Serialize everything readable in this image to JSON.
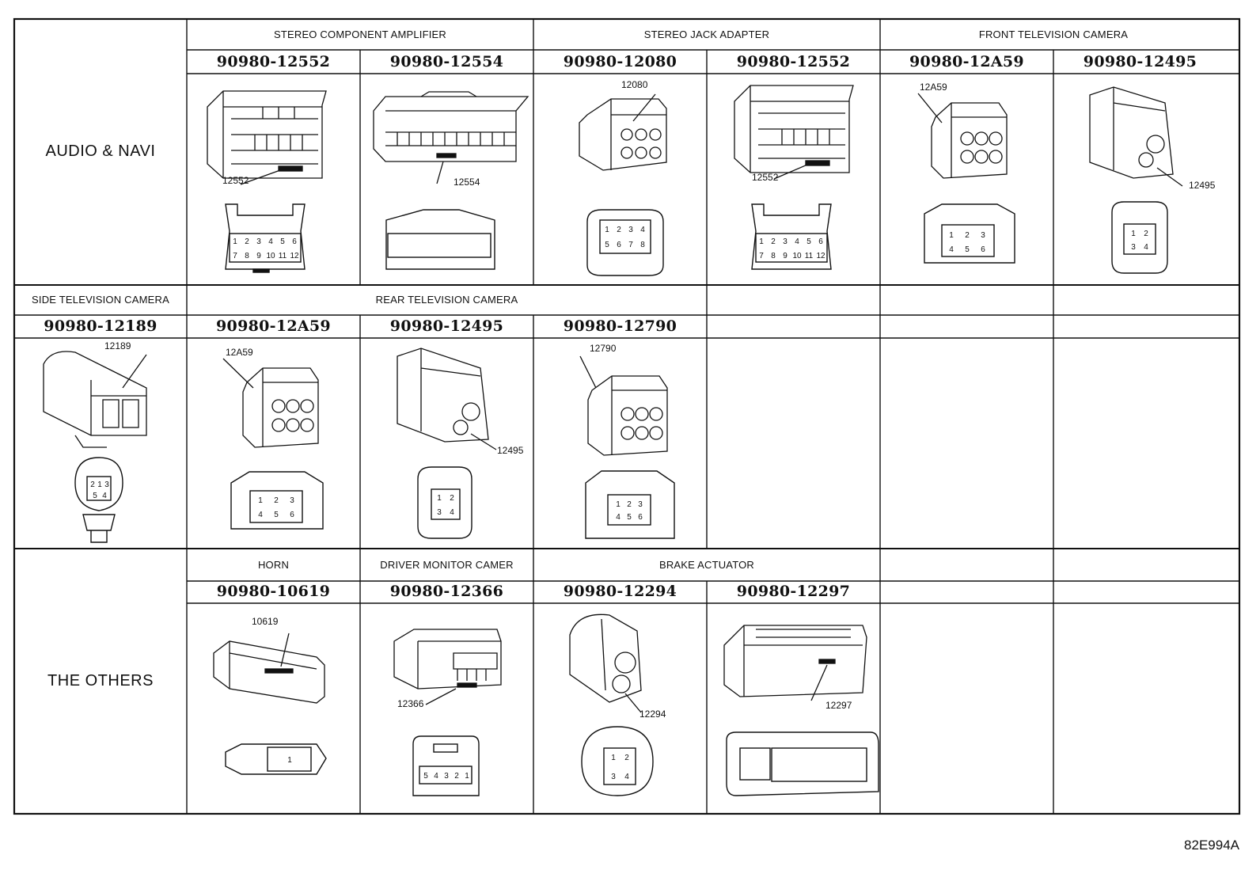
{
  "grid": {
    "categories": {
      "audio_navi": "AUDIO & NAVI",
      "side_tv_camera": "SIDE TELEVISION CAMERA",
      "the_others": "THE OTHERS"
    },
    "group_headers": {
      "stereo_component_amplifier": "STEREO COMPONENT AMPLIFIER",
      "stereo_jack_adapter": "STEREO JACK ADAPTER",
      "front_tv_camera": "FRONT TELEVISION CAMERA",
      "rear_tv_camera": "REAR TELEVISION CAMERA",
      "horn": "HORN",
      "driver_monitor_camera": "DRIVER MONITOR CAMER",
      "brake_actuator": "BRAKE ACTUATOR"
    },
    "part_numbers": {
      "r1c1": "90980-12552",
      "r1c2": "90980-12554",
      "r1c3": "90980-12080",
      "r1c4": "90980-12552",
      "r1c5": "90980-12A59",
      "r1c6": "90980-12495",
      "r2c0": "90980-12189",
      "r2c1": "90980-12A59",
      "r2c2": "90980-12495",
      "r2c3": "90980-12790",
      "r3c1": "90980-10619",
      "r3c2": "90980-12366",
      "r3c3": "90980-12294",
      "r3c4": "90980-12297"
    },
    "callouts": {
      "c12552a": "12552",
      "c12554": "12554",
      "c12080": "12080",
      "c12552b": "12552",
      "c12A59a": "12A59",
      "c12495a": "12495",
      "c12189": "12189",
      "c12A59b": "12A59",
      "c12495b": "12495",
      "c12790": "12790",
      "c10619": "10619",
      "c12366": "12366",
      "c12294": "12294",
      "c12297": "12297"
    },
    "pins": {
      "p12_top": [
        "1",
        "2",
        "3",
        "4",
        "5",
        "6"
      ],
      "p12_bot": [
        "7",
        "8",
        "9",
        "10",
        "11",
        "12"
      ],
      "p8_top": [
        "1",
        "2",
        "3",
        "4"
      ],
      "p8_bot": [
        "5",
        "6",
        "7",
        "8"
      ],
      "p6_top": [
        "1",
        "2",
        "3"
      ],
      "p6_bot": [
        "4",
        "5",
        "6"
      ],
      "p4_top": [
        "1",
        "2"
      ],
      "p4_bot": [
        "3",
        "4"
      ],
      "p4b_top": [
        "2",
        "1",
        "3"
      ],
      "p4b_bot": [
        "5",
        "4"
      ],
      "horn_pin": "1",
      "dmc_pins": [
        "5",
        "4",
        "3",
        "2",
        "1"
      ],
      "ba_top": [
        "1",
        "2"
      ],
      "ba_bot": [
        "3",
        "4"
      ]
    }
  },
  "footer": {
    "reference_code": "82E994A"
  }
}
